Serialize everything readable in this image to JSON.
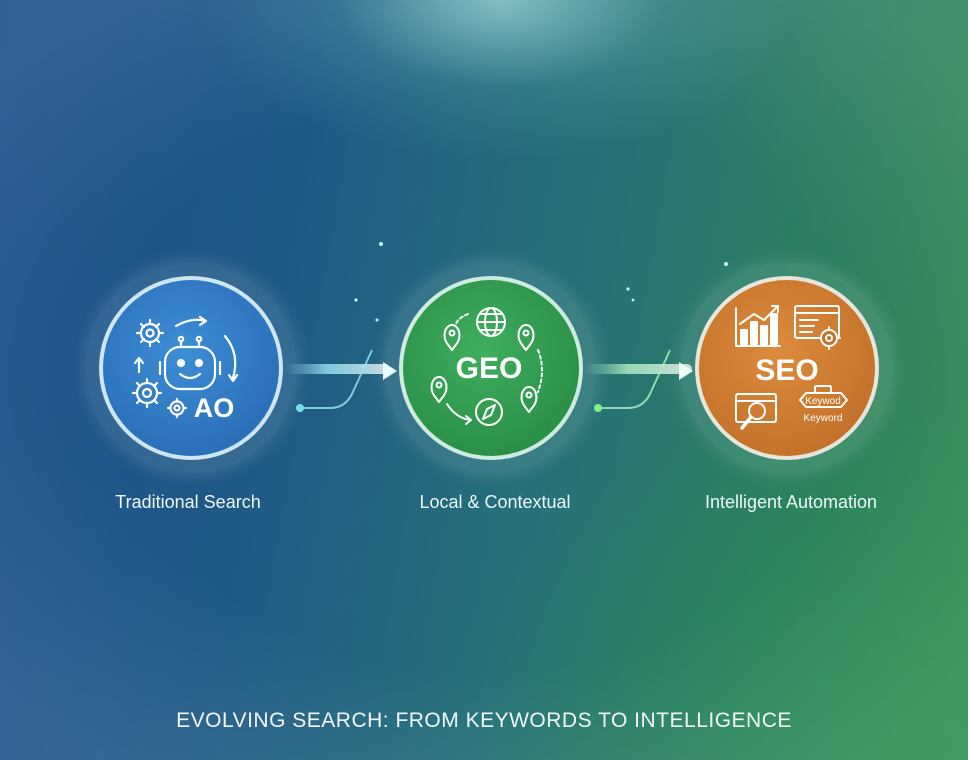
{
  "diagram": {
    "stages": [
      {
        "abbr": "AO",
        "label": "Traditional Search",
        "color": "#2a6fb8"
      },
      {
        "abbr": "GEO",
        "label": "Local & Contextual",
        "color": "#2a8f48"
      },
      {
        "abbr": "SEO",
        "label": "Intelligent Automation",
        "color": "#c4722a"
      }
    ],
    "seo_icon_text": [
      "Keywod",
      "Keyword"
    ],
    "caption": "EVOLVING SEARCH: FROM KEYWORDS TO INTELLIGENCE",
    "icons": [
      "gears-robot-icon",
      "globe-location-icon",
      "analytics-search-icon"
    ]
  }
}
